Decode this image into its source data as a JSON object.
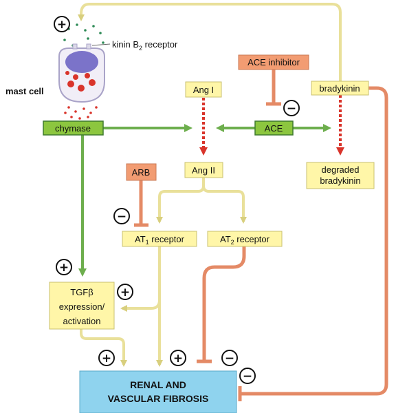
{
  "colors": {
    "yellow_fill": "#FFF6A8",
    "yellow_stroke": "#C8C070",
    "orange_fill": "#F29C72",
    "green_fill": "#8CC63F",
    "green_stroke": "#3E7A2E",
    "blue_fill": "#8FD3EE",
    "red_dashed": "#D9342B",
    "arrow_yellow": "#E0D68A",
    "arrow_orange": "#E48A66",
    "arrow_green": "#6DAE4D",
    "cell_purple": "#7B73C9",
    "granule_red": "#D9342B",
    "dot_green": "#2E8B57"
  },
  "labels": {
    "kinin_receptor_prefix": "kinin B",
    "kinin_receptor_sub": "2",
    "kinin_receptor_suffix": " receptor",
    "mast_cell": "mast cell",
    "ace_inhibitor": "ACE inhibitor",
    "ang1": "Ang I",
    "bradykinin": "bradykinin",
    "chymase": "chymase",
    "ace": "ACE",
    "arb": "ARB",
    "ang2": "Ang II",
    "degraded_line1": "degraded",
    "degraded_line2": "bradykinin",
    "at_prefix": "AT",
    "at1_sub": "1",
    "at2_sub": "2",
    "receptor_suffix": " receptor",
    "tgf_line1": "TGFβ",
    "tgf_line2": "expression/",
    "tgf_line3": "activation",
    "fibrosis_line1": "RENAL AND",
    "fibrosis_line2": "VASCULAR FIBROSIS",
    "plus": "+",
    "minus": "−"
  }
}
